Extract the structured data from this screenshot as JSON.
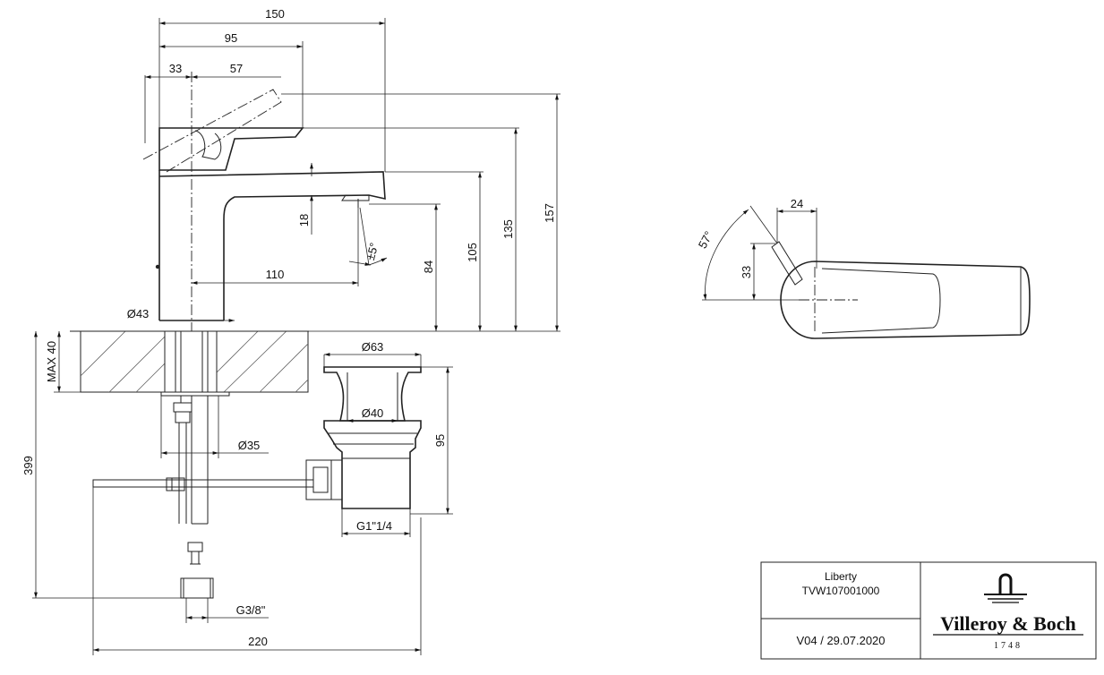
{
  "dimensions": {
    "d150": "150",
    "d95": "95",
    "d33_top": "33",
    "d57": "57",
    "d18": "18",
    "d110": "110",
    "d84": "84",
    "d105": "105",
    "d135": "135",
    "d157": "157",
    "d43": "Ø43",
    "max40": "MAX 40",
    "d399": "399",
    "d63": "Ø63",
    "d40": "Ø40",
    "d95_waste": "95",
    "d35": "Ø35",
    "g114": "G1\"1/4",
    "g38": "G3/8\"",
    "d220": "220",
    "angle_spout": "±5°",
    "angle_lever": "57°",
    "d24": "24",
    "d33_top_view": "33"
  },
  "title_block": {
    "product_name": "Liberty",
    "article_number": "TVW107001000",
    "version": "V04 / 29.07.2020",
    "brand_name": "Villeroy & Boch",
    "brand_year": "1748"
  }
}
